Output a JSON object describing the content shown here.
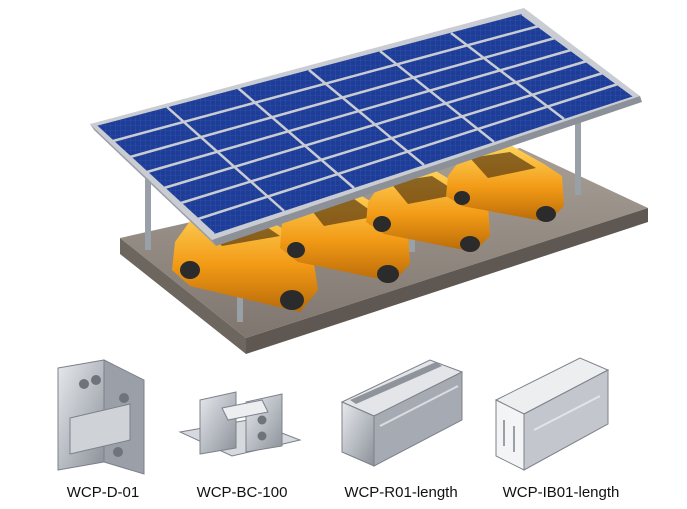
{
  "parts": [
    {
      "code": "WCP-D-01",
      "icon": "double-bracket-icon"
    },
    {
      "code": "WCP-BC-100",
      "icon": "base-connector-icon"
    },
    {
      "code": "WCP-R01-length",
      "icon": "rail-profile-icon"
    },
    {
      "code": "WCP-IB01-length",
      "icon": "beam-profile-icon"
    }
  ],
  "colors": {
    "panel": "#1f3f9c",
    "panel_frame": "#c9ccd2",
    "ground": "#8e867d",
    "car": "#f2a21c",
    "metal": "#b7bcc4"
  }
}
